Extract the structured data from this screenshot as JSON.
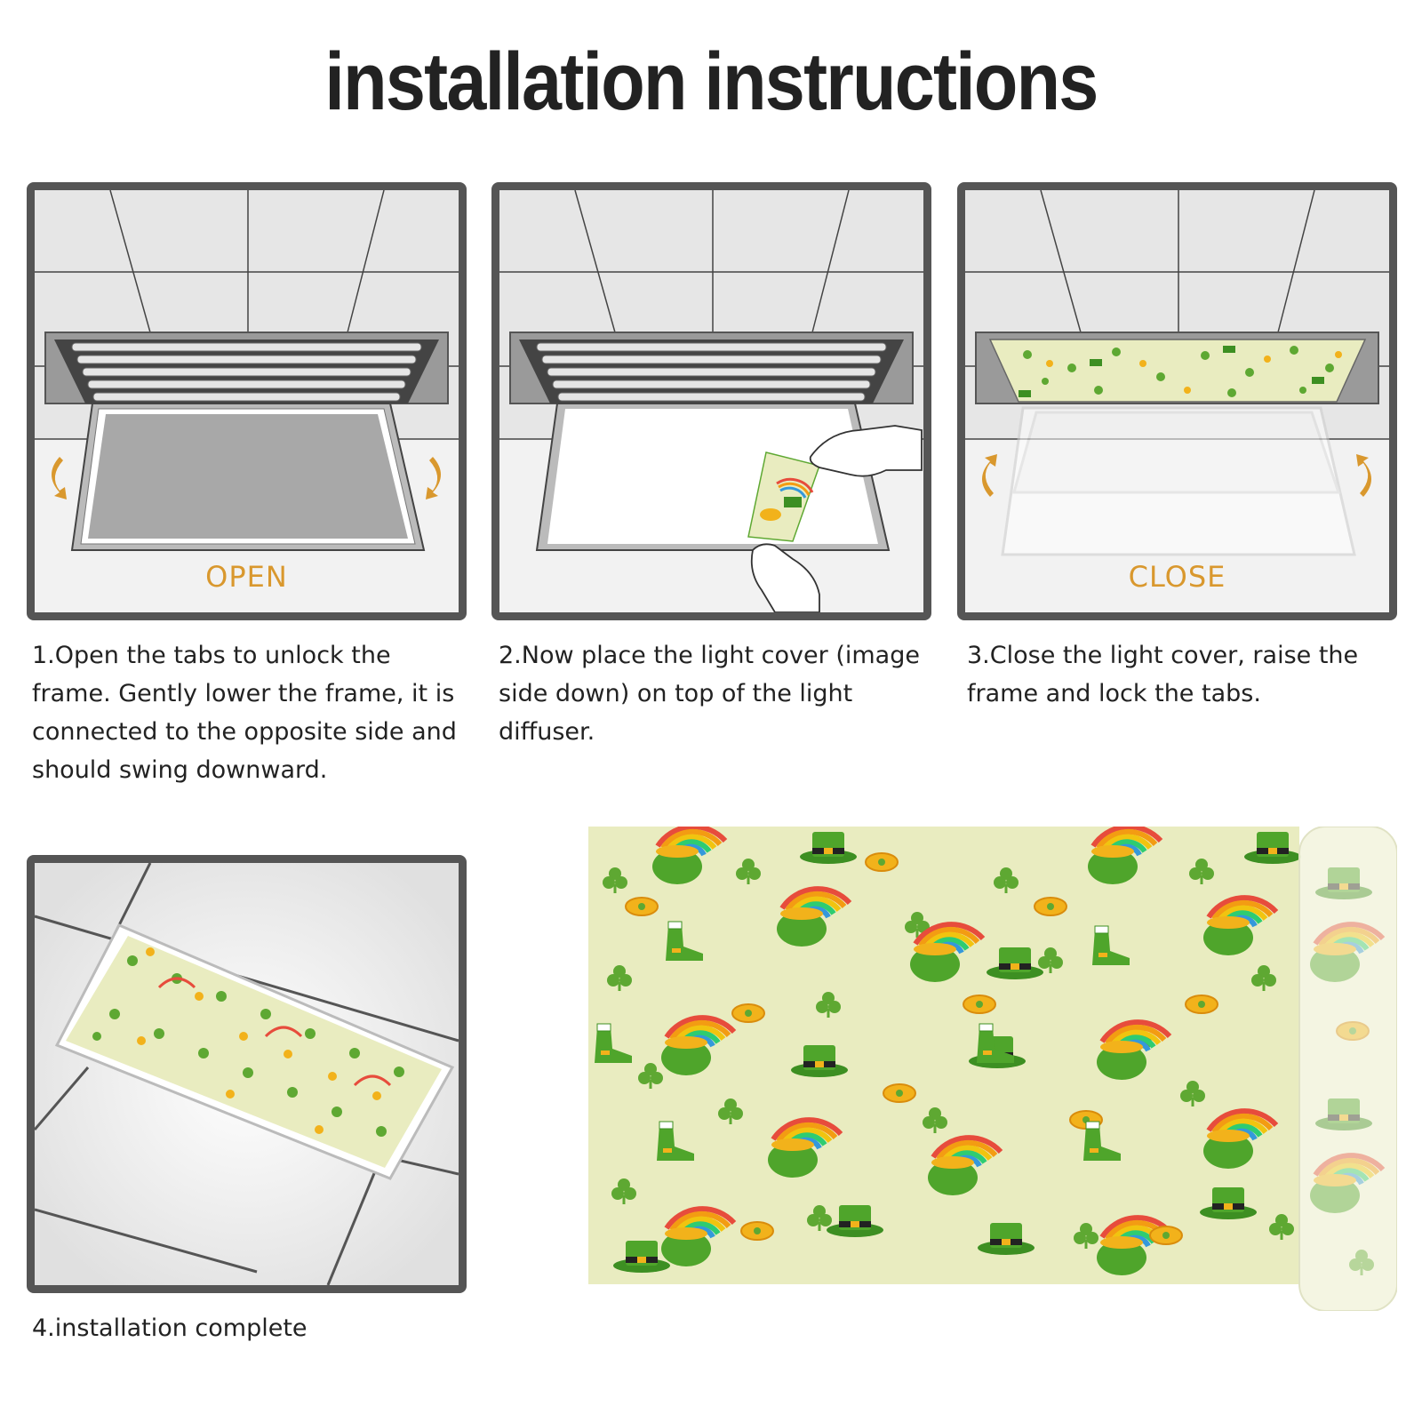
{
  "title": "installation instructions",
  "steps": [
    {
      "label": "OPEN",
      "text": "1.Open the tabs to unlock the frame. Gently lower the frame, it is connected to the opposite side and should swing downward."
    },
    {
      "label": "",
      "text": "2.Now place the light cover (image side down) on top of the light diffuser."
    },
    {
      "label": "CLOSE",
      "text": "3.Close the light cover, raise the frame and lock the tabs."
    },
    {
      "label": "",
      "text": "4.installation complete"
    }
  ],
  "colors": {
    "frame": "#555555",
    "accent": "#d9982e",
    "pattern_bg": "#e9ecc0",
    "shamrock": "#5ea832",
    "hat": "#3d8f22",
    "gold": "#f2b21b"
  },
  "icons": [
    "swing-arrow-icon",
    "hand-icon",
    "shamrock-icon",
    "rainbow-icon",
    "pot-of-gold-icon",
    "leprechaun-hat-icon",
    "gold-coin-icon",
    "boot-icon"
  ]
}
